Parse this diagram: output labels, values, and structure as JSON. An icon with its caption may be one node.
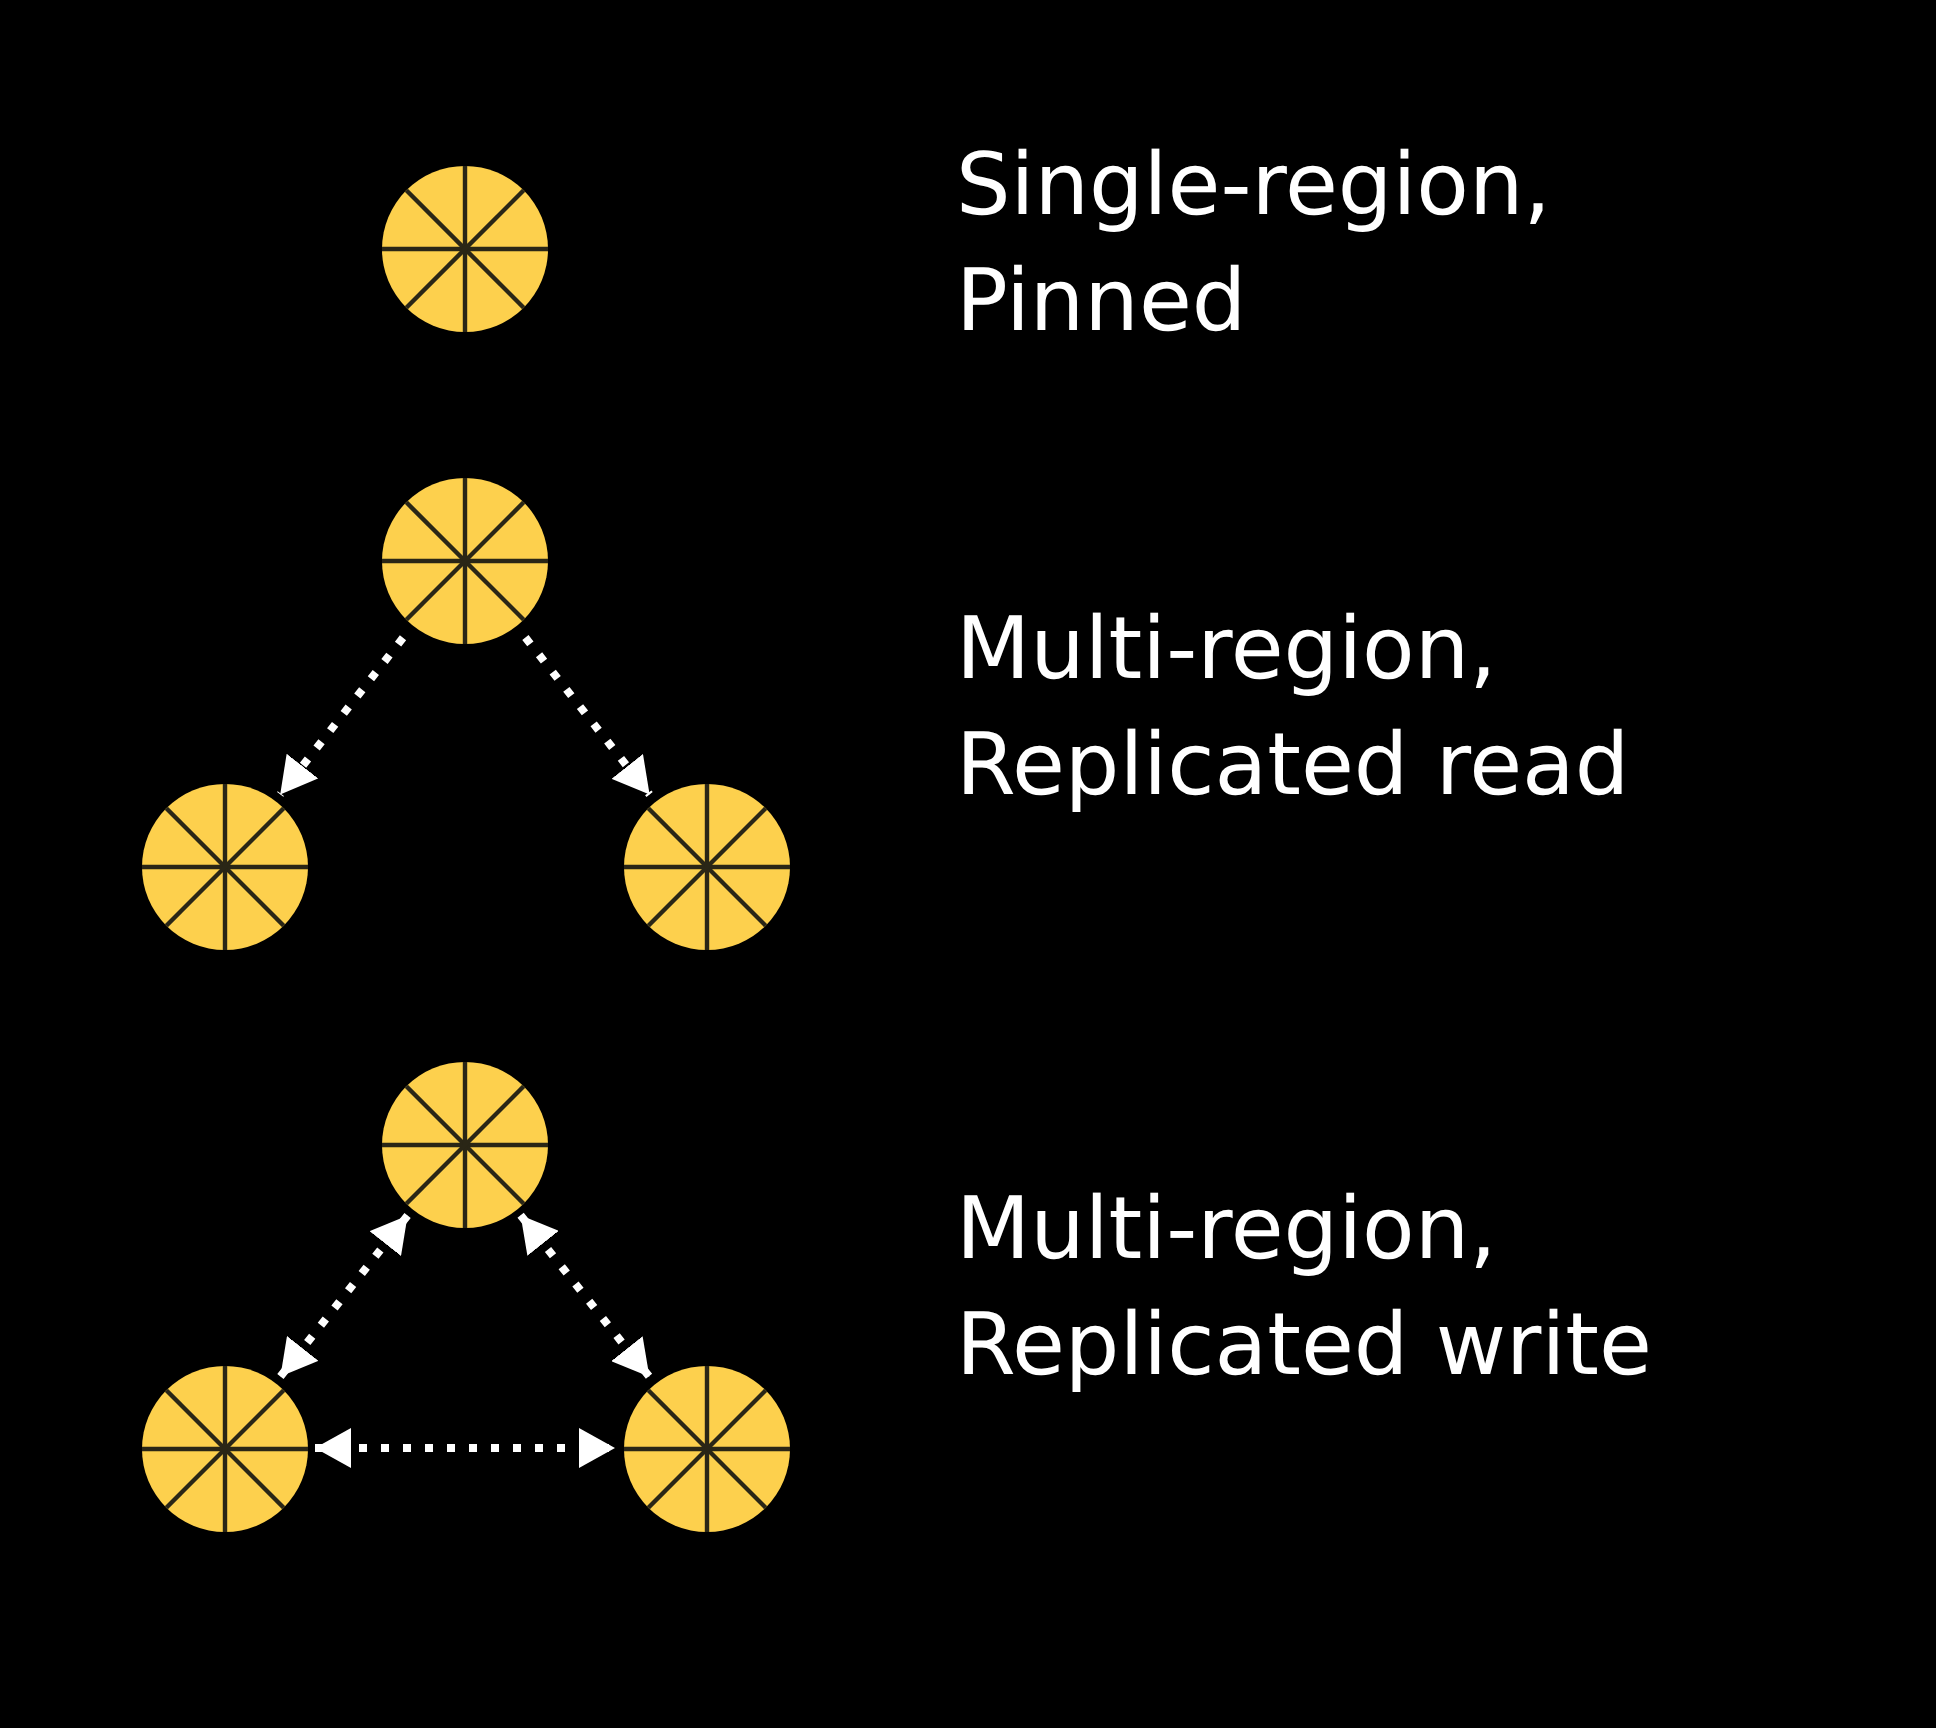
{
  "diagram": {
    "nodes": [
      {
        "text": [],
        "shape": "circle"
      },
      {
        "text": [],
        "shape": "circle"
      },
      {
        "text": [],
        "shape": "circle"
      },
      {
        "text": [],
        "shape": "circle"
      },
      {
        "text": [],
        "shape": "circle"
      },
      {
        "text": [],
        "shape": "circle"
      },
      {
        "text": [],
        "shape": "circle"
      }
    ],
    "edges": [
      {
        "from": 1,
        "to": 2,
        "arrow": "to",
        "style": "dashed"
      },
      {
        "from": 1,
        "to": 3,
        "arrow": "to",
        "style": "dashed"
      },
      {
        "from": 4,
        "to": 5,
        "arrow": "both",
        "style": "dashed"
      },
      {
        "from": 4,
        "to": 6,
        "arrow": "both",
        "style": "dashed"
      },
      {
        "from": 5,
        "to": 6,
        "arrow": "both",
        "style": "dashed"
      }
    ],
    "labels": [
      "Single-region, Pinned",
      "Multi-region, Replicated read",
      "Multi-region, Replicated write"
    ]
  }
}
